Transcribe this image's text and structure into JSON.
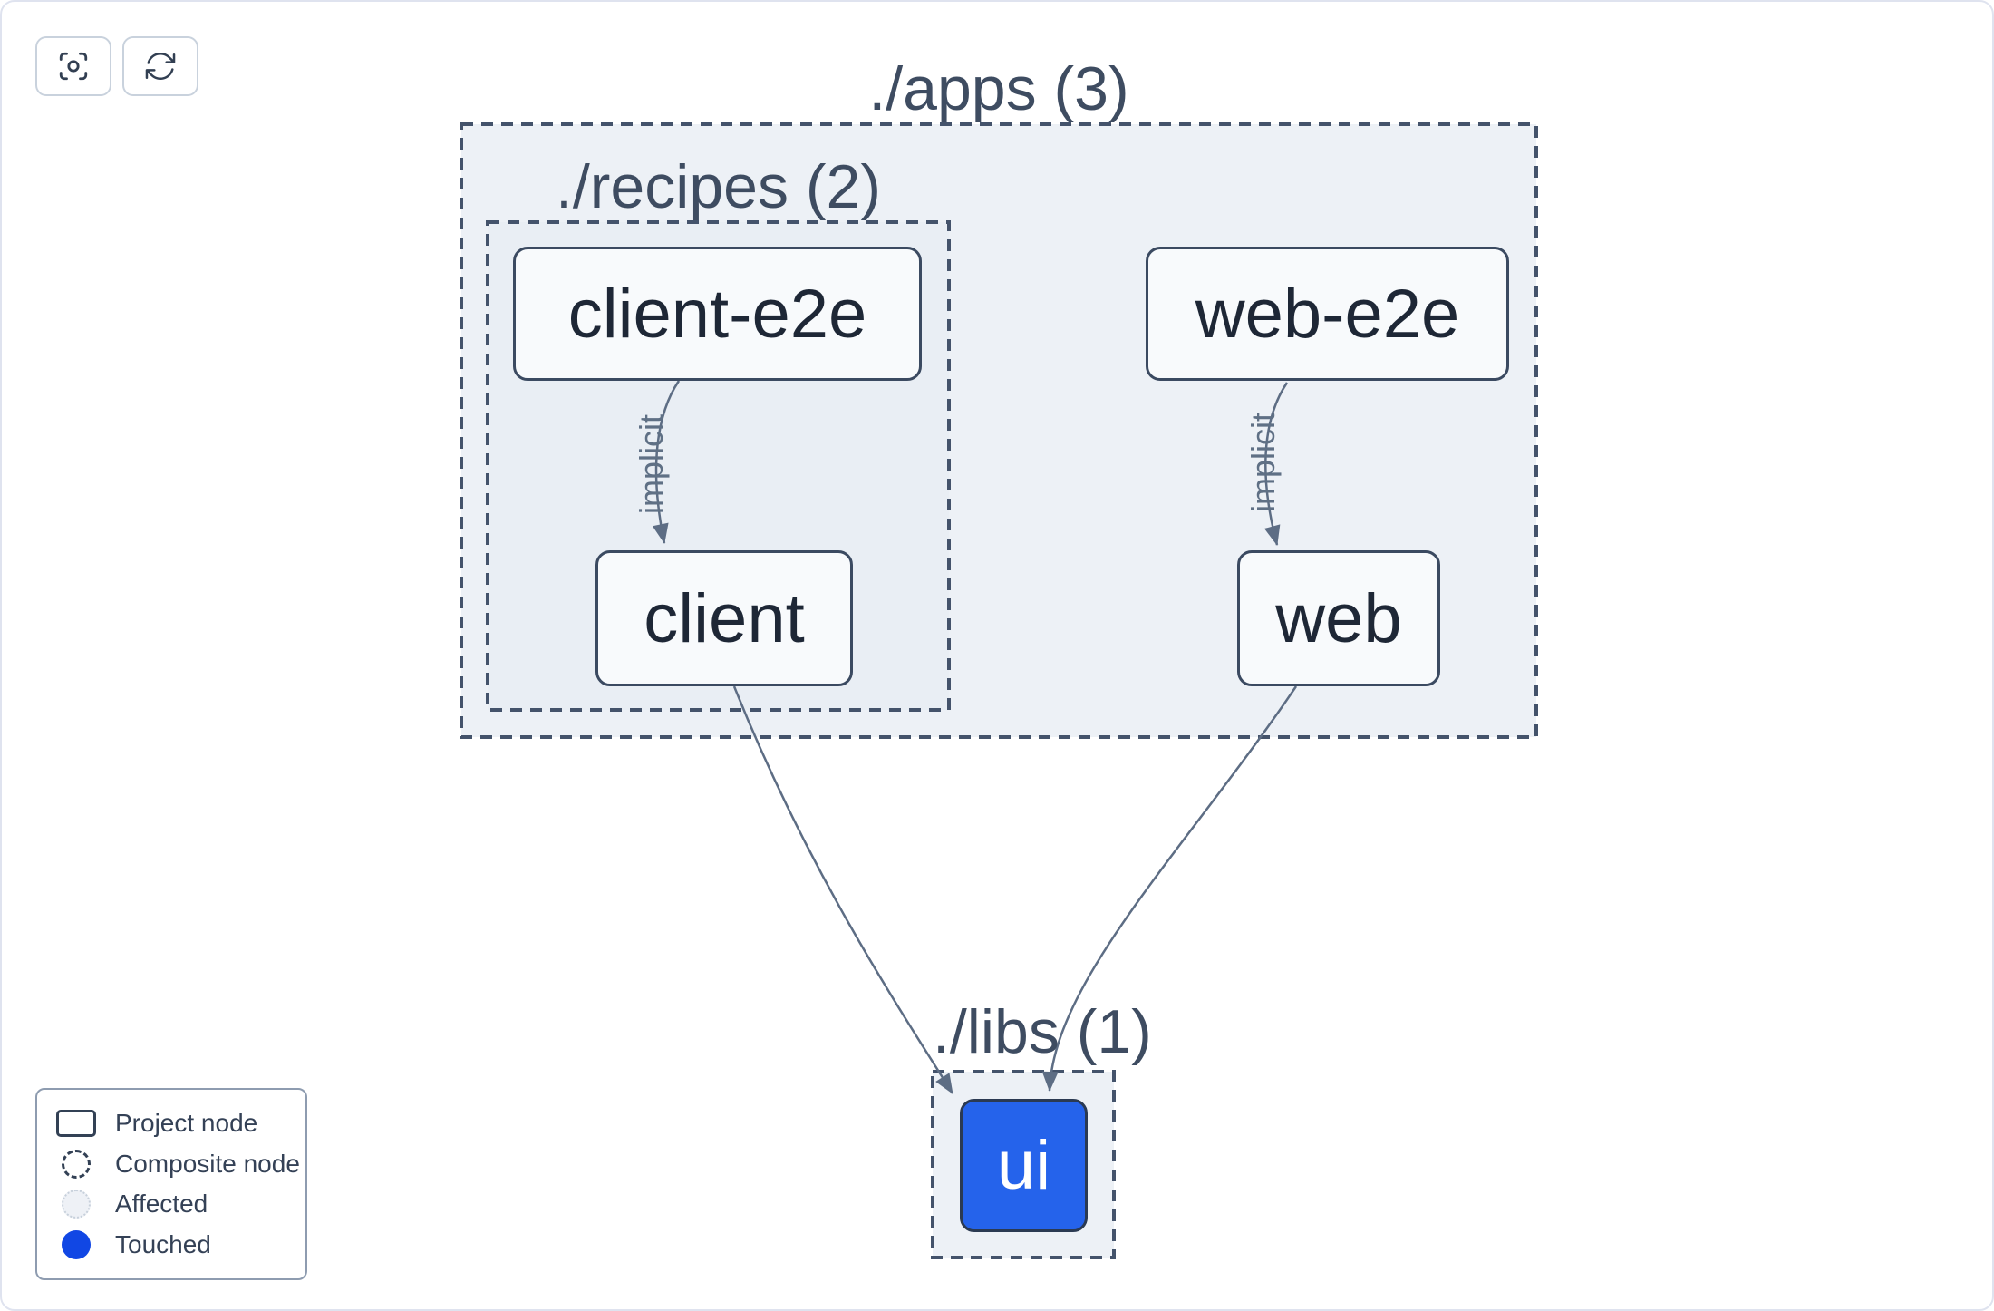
{
  "window": {
    "background": "#ffffff",
    "border_color": "#dfe3ef"
  },
  "toolbar": {
    "buttons": [
      {
        "icon": "viewfinder-circle-icon"
      },
      {
        "icon": "refresh-icon"
      }
    ]
  },
  "graph": {
    "groups": [
      {
        "id": "apps",
        "label": "./apps (3)"
      },
      {
        "id": "recipes",
        "label": "./recipes (2)"
      },
      {
        "id": "libs",
        "label": "./libs (1)"
      }
    ],
    "nodes": [
      {
        "id": "client-e2e",
        "label": "client-e2e",
        "state": "default"
      },
      {
        "id": "web-e2e",
        "label": "web-e2e",
        "state": "default"
      },
      {
        "id": "client",
        "label": "client",
        "state": "default"
      },
      {
        "id": "web",
        "label": "web",
        "state": "default"
      },
      {
        "id": "ui",
        "label": "ui",
        "state": "touched"
      }
    ],
    "edges": [
      {
        "source": "client-e2e",
        "target": "client",
        "label": "implicit"
      },
      {
        "source": "web-e2e",
        "target": "web",
        "label": "implicit"
      },
      {
        "source": "client",
        "target": "ui",
        "label": ""
      },
      {
        "source": "web",
        "target": "ui",
        "label": ""
      }
    ]
  },
  "legend": {
    "items": [
      {
        "icon": "project-node-swatch",
        "label": "Project node"
      },
      {
        "icon": "composite-node-swatch",
        "label": "Composite node"
      },
      {
        "icon": "affected-swatch",
        "label": "Affected"
      },
      {
        "icon": "touched-swatch",
        "label": "Touched"
      }
    ]
  },
  "colors": {
    "touched_blue": "#1147e4",
    "node_touched_fill": "#2563eb",
    "composite_fill": "#edf1f6",
    "dashed_border": "#44536b",
    "node_border": "#3b4a61",
    "edge": "#5d6d84",
    "label_text": "#3e4c61",
    "node_text": "#1e2736"
  }
}
